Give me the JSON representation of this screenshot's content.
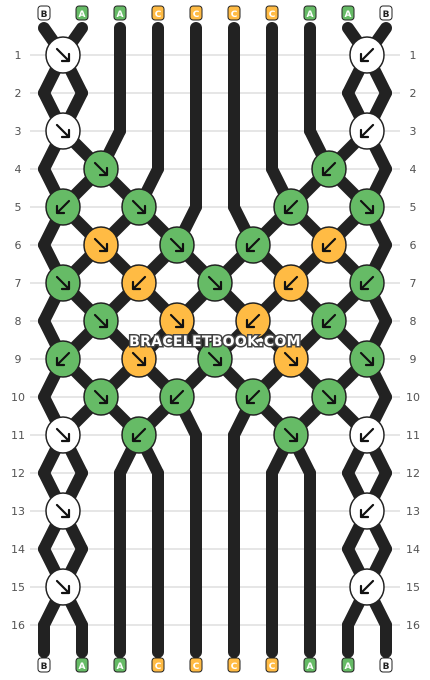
{
  "watermark": "BRACELETBOOK.COM",
  "colors": {
    "B": "#ffffff",
    "A": "#66bb66",
    "C": "#ffbb44",
    "outline": "#222222",
    "grid": "#cccccc"
  },
  "strings": [
    "B",
    "A",
    "A",
    "C",
    "C",
    "C",
    "C",
    "A",
    "A",
    "B"
  ],
  "rows": [
    "1",
    "2",
    "3",
    "4",
    "5",
    "6",
    "7",
    "8",
    "9",
    "10",
    "11",
    "12",
    "13",
    "14",
    "15",
    "16"
  ],
  "knots": [
    [
      [
        "B",
        "f"
      ],
      null,
      null,
      null,
      [
        "B",
        "b"
      ]
    ],
    [
      null,
      null,
      null,
      null
    ],
    [
      [
        "B",
        "f"
      ],
      null,
      null,
      null,
      [
        "B",
        "b"
      ]
    ],
    [
      [
        "A",
        "f"
      ],
      null,
      null,
      [
        "A",
        "b"
      ]
    ],
    [
      [
        "A",
        "b"
      ],
      [
        "A",
        "f"
      ],
      null,
      [
        "A",
        "b"
      ],
      [
        "A",
        "f"
      ]
    ],
    [
      [
        "C",
        "f"
      ],
      [
        "A",
        "f"
      ],
      [
        "A",
        "b"
      ],
      [
        "C",
        "b"
      ]
    ],
    [
      [
        "A",
        "f"
      ],
      [
        "C",
        "b"
      ],
      [
        "A",
        "f"
      ],
      [
        "C",
        "b"
      ],
      [
        "A",
        "b"
      ]
    ],
    [
      [
        "A",
        "f"
      ],
      [
        "C",
        "f"
      ],
      [
        "C",
        "b"
      ],
      [
        "A",
        "b"
      ]
    ],
    [
      [
        "A",
        "b"
      ],
      [
        "C",
        "f"
      ],
      [
        "A",
        "f"
      ],
      [
        "C",
        "f"
      ],
      [
        "A",
        "f"
      ]
    ],
    [
      [
        "A",
        "f"
      ],
      [
        "A",
        "b"
      ],
      [
        "A",
        "b"
      ],
      [
        "A",
        "f"
      ]
    ],
    [
      [
        "B",
        "f"
      ],
      [
        "A",
        "b"
      ],
      null,
      [
        "A",
        "f"
      ],
      [
        "B",
        "b"
      ]
    ],
    [
      null,
      null,
      null,
      null
    ],
    [
      [
        "B",
        "f"
      ],
      null,
      null,
      null,
      [
        "B",
        "b"
      ]
    ],
    [
      null,
      null,
      null,
      null
    ],
    [
      [
        "B",
        "f"
      ],
      null,
      null,
      null,
      [
        "B",
        "b"
      ]
    ],
    [
      null,
      null,
      null,
      null
    ]
  ]
}
